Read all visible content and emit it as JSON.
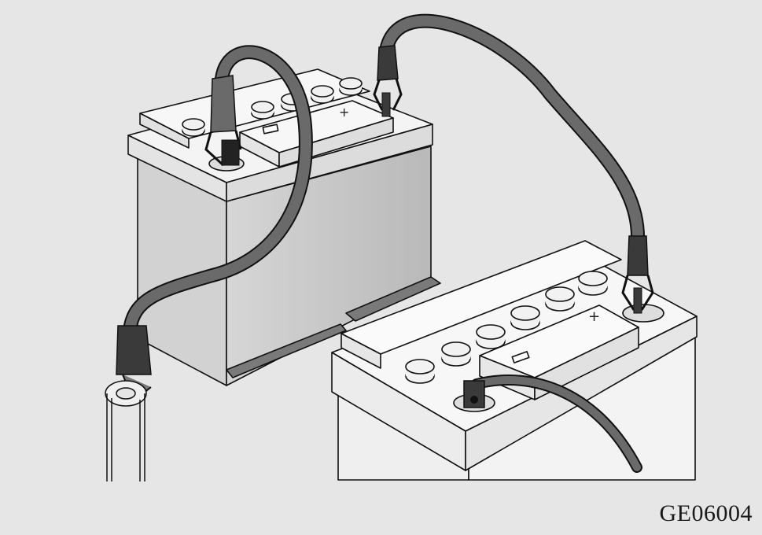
{
  "figure": {
    "code": "GE06004",
    "background_color": "#e6e6e6",
    "battery_body_color": "#c8c8c8",
    "battery_lid_color": "#f4f4f4",
    "cable_color": "#6a6a6a",
    "clamp_color": "#3a3a3a",
    "outline_color": "#111111"
  },
  "components": {
    "booster_battery": {
      "terminal_markings": [
        "+",
        "-"
      ]
    },
    "discharged_battery": {
      "terminal_markings": [
        "+",
        "-"
      ]
    },
    "cables": [
      "positive-jumper-cable",
      "negative-jumper-cable",
      "vehicle-ground-cable"
    ]
  }
}
